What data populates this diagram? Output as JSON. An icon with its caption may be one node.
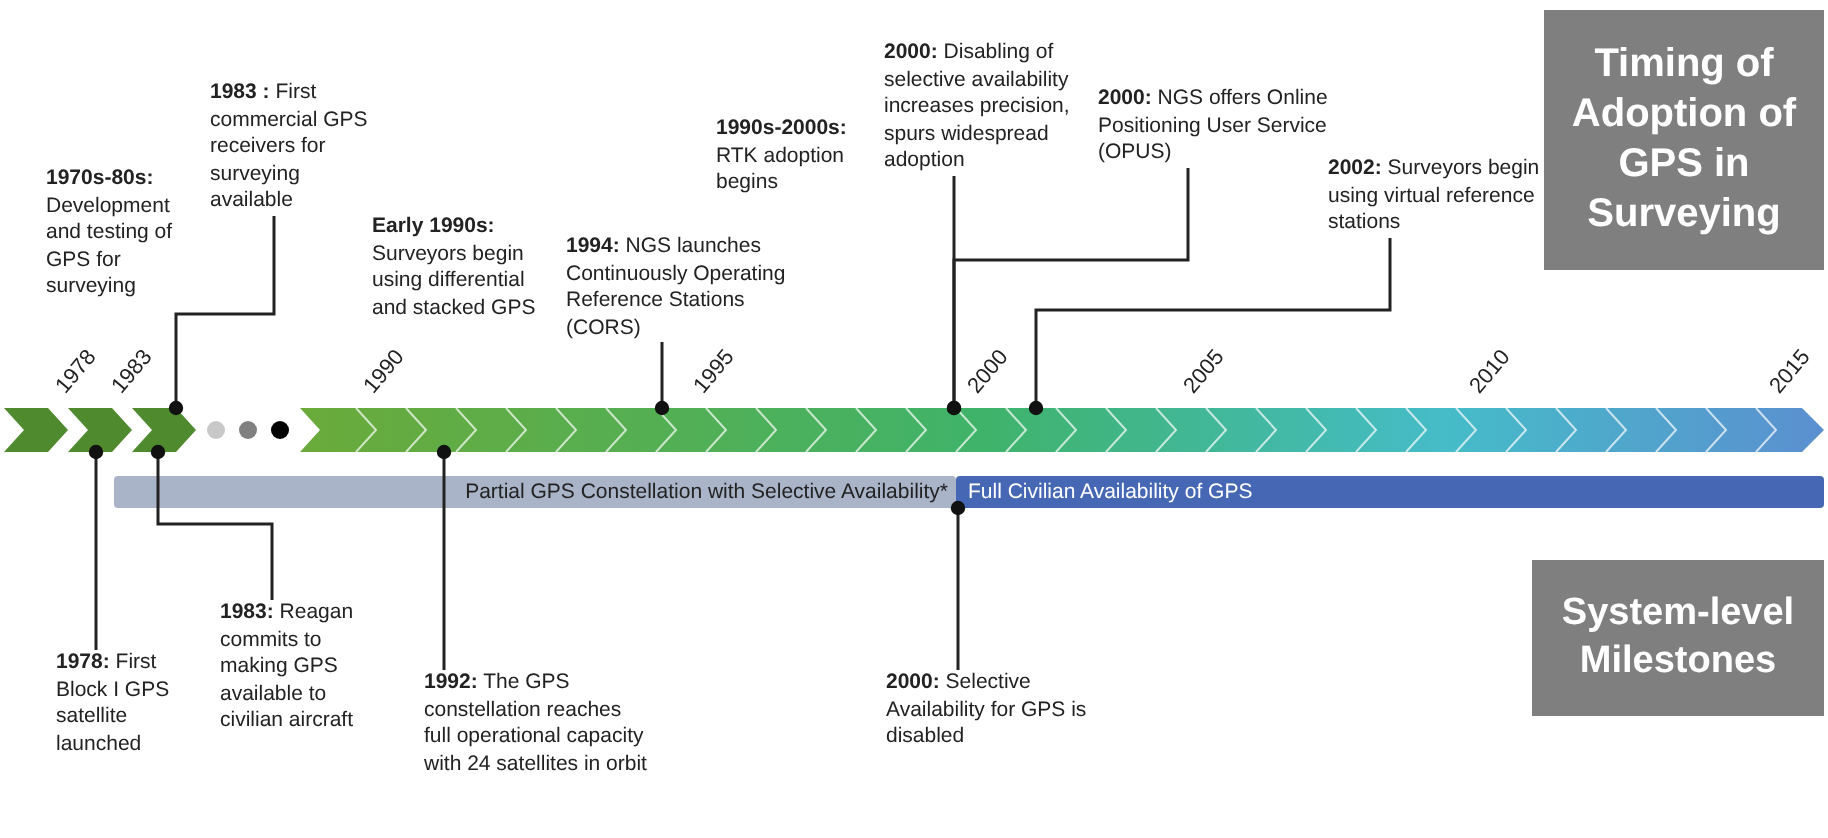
{
  "diagram": {
    "nodes": [
      {
        "text": [
          "**1983 :** First commercial GPS receivers for surveying available"
        ]
      },
      {
        "text": [
          "**1994:** NGS launches Continuously Operating Reference Stations (CORS)"
        ]
      },
      {
        "text": [
          "**2000:** Disabling of selective availability increases precision, spurs widespread adoption"
        ]
      },
      {
        "text": [
          "**2000:** NGS offers Online Positioning User Service (OPUS)"
        ]
      },
      {
        "text": [
          "**2002:** Surveyors begin using virtual reference stations"
        ]
      },
      {
        "text": [
          "Timing of Adoption of GPS in Surveying"
        ]
      },
      {
        "text": [],
        "shape": "bar",
        "beside": [
          "1978",
          "1983",
          "1990",
          "1995",
          "2000",
          "2005",
          "2010",
          "2015"
        ]
      },
      {
        "text": [
          "Partial GPS Constellation with Selective Availability*"
        ]
      },
      {
        "text": [
          "Full Civilian Availability of GPS"
        ]
      },
      {
        "text": [
          "**1978:** First Block I GPS satellite launched"
        ]
      },
      {
        "text": [
          "**1983:** Reagan commits to making GPS available to civilian aircraft"
        ]
      },
      {
        "text": [
          "**1992:** The GPS constellation reaches full operational capacity with 24 satellites in orbit"
        ]
      },
      {
        "text": [
          "**2000:** Selective Availability for GPS is disabled"
        ]
      },
      {
        "text": [
          "System-level Milestones"
        ]
      }
    ],
    "edges": [
      {
        "from": 0,
        "to": 6,
        "arrow": "other"
      },
      {
        "from": 1,
        "to": 6,
        "arrow": "other"
      },
      {
        "from": 2,
        "to": 6,
        "arrow": "other"
      },
      {
        "from": 3,
        "to": 6,
        "arrow": "other"
      },
      {
        "from": 4,
        "to": 6,
        "arrow": "other"
      },
      {
        "from": 9,
        "to": 6,
        "arrow": "other"
      },
      {
        "from": 10,
        "to": 6,
        "arrow": "other"
      },
      {
        "from": 11,
        "to": 6,
        "arrow": "other"
      },
      {
        "from": 12,
        "to": 8,
        "arrow": "other"
      }
    ],
    "labels": [
      "**1970s-80s:** Development and testing of GPS for surveying",
      "**Early 1990s:** Surveyors begin using differential and stacked GPS",
      "**1990s-2000s:** RTK adoption begins"
    ]
  }
}
